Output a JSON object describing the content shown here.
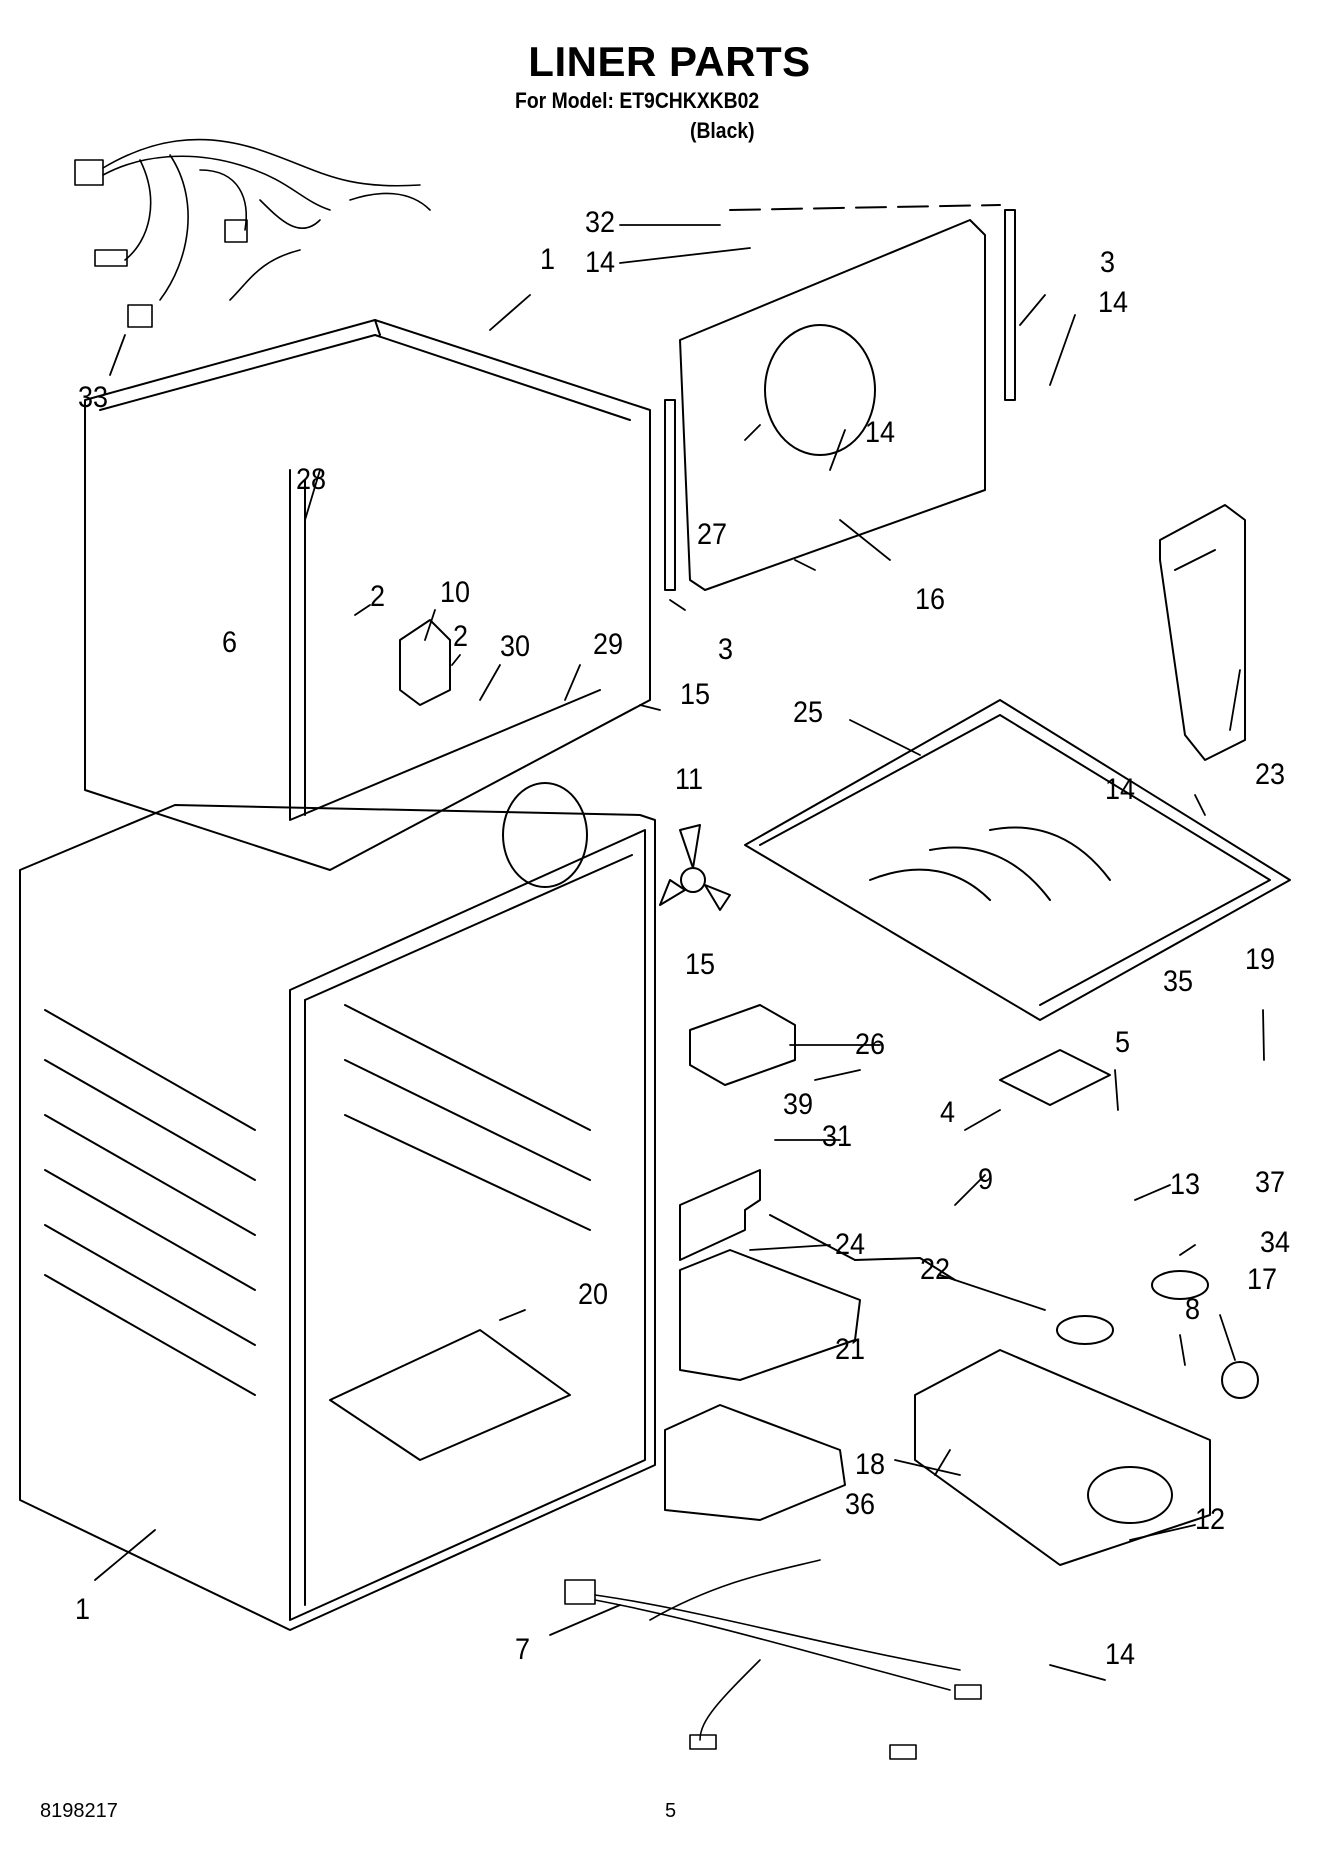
{
  "header": {
    "title": "LINER PARTS",
    "model_line": "For Model: ET9CHKXKB02",
    "color": "(Black)"
  },
  "callouts": [
    {
      "id": "1",
      "label": "1",
      "part": "liner-upper"
    },
    {
      "id": "1b",
      "label": "1",
      "part": "liner-lower"
    },
    {
      "id": "2a",
      "label": "2",
      "part": "nut"
    },
    {
      "id": "2b",
      "label": "2",
      "part": "nut"
    },
    {
      "id": "3a",
      "label": "3",
      "part": "seal-strip-right"
    },
    {
      "id": "3b",
      "label": "3",
      "part": "seal-strip-left"
    },
    {
      "id": "4",
      "label": "4",
      "part": "control-board"
    },
    {
      "id": "5",
      "label": "5",
      "part": "clip"
    },
    {
      "id": "6",
      "label": "6",
      "part": "plug"
    },
    {
      "id": "7",
      "label": "7",
      "part": "wire-harness"
    },
    {
      "id": "8",
      "label": "8",
      "part": "lamp-socket"
    },
    {
      "id": "9",
      "label": "9",
      "part": "heater-strip"
    },
    {
      "id": "10",
      "label": "10",
      "part": "motor"
    },
    {
      "id": "11",
      "label": "11",
      "part": "fan-blade"
    },
    {
      "id": "12",
      "label": "12",
      "part": "control-housing"
    },
    {
      "id": "13",
      "label": "13",
      "part": "damper"
    },
    {
      "id": "14a",
      "label": "14",
      "part": "screw"
    },
    {
      "id": "14b",
      "label": "14",
      "part": "screw"
    },
    {
      "id": "14c",
      "label": "14",
      "part": "screw"
    },
    {
      "id": "14d",
      "label": "14",
      "part": "screw"
    },
    {
      "id": "14e",
      "label": "14",
      "part": "screw"
    },
    {
      "id": "15a",
      "label": "15",
      "part": "screw"
    },
    {
      "id": "15b",
      "label": "15",
      "part": "screw"
    },
    {
      "id": "16",
      "label": "16",
      "part": "evaporator-cover"
    },
    {
      "id": "17",
      "label": "17",
      "part": "light-bulb"
    },
    {
      "id": "18",
      "label": "18",
      "part": "thermistor"
    },
    {
      "id": "19",
      "label": "19",
      "part": "switch"
    },
    {
      "id": "20",
      "label": "20",
      "part": "spacer"
    },
    {
      "id": "21",
      "label": "21",
      "part": "air-duct"
    },
    {
      "id": "22",
      "label": "22",
      "part": "knob"
    },
    {
      "id": "23",
      "label": "23",
      "part": "air-tower"
    },
    {
      "id": "24",
      "label": "24",
      "part": "duct"
    },
    {
      "id": "25",
      "label": "25",
      "part": "freezer-floor"
    },
    {
      "id": "26",
      "label": "26",
      "part": "damper-control"
    },
    {
      "id": "27",
      "label": "27",
      "part": "thermostat"
    },
    {
      "id": "28",
      "label": "28",
      "part": "bracket"
    },
    {
      "id": "29",
      "label": "29",
      "part": "motor-bracket"
    },
    {
      "id": "30",
      "label": "30",
      "part": "mount"
    },
    {
      "id": "31",
      "label": "31",
      "part": "insulation"
    },
    {
      "id": "32",
      "label": "32",
      "part": "spacer"
    },
    {
      "id": "33",
      "label": "33",
      "part": "wire-harness-upper"
    },
    {
      "id": "34",
      "label": "34",
      "part": "knob"
    },
    {
      "id": "35",
      "label": "35",
      "part": "switch-actuator"
    },
    {
      "id": "36",
      "label": "36",
      "part": "label"
    },
    {
      "id": "37",
      "label": "37",
      "part": "bracket"
    },
    {
      "id": "39",
      "label": "39",
      "part": "clip"
    }
  ],
  "footer": {
    "doc_number": "8198217",
    "page": "5"
  }
}
